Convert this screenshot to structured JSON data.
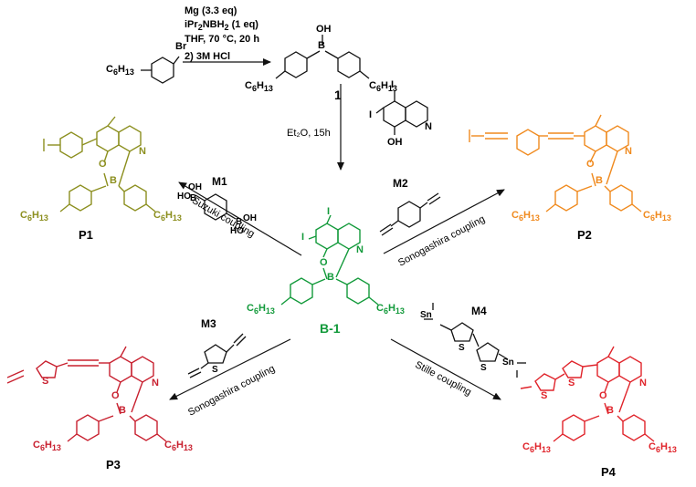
{
  "colors": {
    "black": "#111111",
    "p1": "#8c8f1f",
    "p2": "#f08a1e",
    "b1": "#139a3b",
    "p3": "#c8202f",
    "p4": "#e0242b"
  },
  "top_reaction": {
    "reagents": [
      "Mg (3.3 eq)",
      "THF, 70 °C, 20 h",
      "2) 3M HCl"
    ],
    "reagent_2": {
      "prefix": "iPr",
      "sub": "2",
      "mid": "NBH",
      "sub2": "2",
      "suffix": " (1 eq)"
    },
    "product_number": "1",
    "oh_label": "OH",
    "br_label": "Br",
    "b_label": "B"
  },
  "second_step": {
    "solvent": "Et₂O, 15h",
    "i_label": "I",
    "oh_label": "OH",
    "n_label": "N"
  },
  "monomers": {
    "m1": "M1",
    "m2": "M2",
    "m3": "M3",
    "m4": "M4",
    "m1_oh": "OH",
    "m1_ho": "HO",
    "m1_b": "B",
    "m3_s": "S",
    "m4_sn": "Sn",
    "m4_s": "S"
  },
  "couplings": {
    "p1": "Suzuki coupling",
    "p2": "Sonogashira coupling",
    "p3": "Sonogashira coupling",
    "p4": "Stille coupling"
  },
  "compounds": {
    "b1": "B-1",
    "p1": "P1",
    "p2": "P2",
    "p3": "P3",
    "p4": "P4"
  },
  "alkyl": {
    "c": "C",
    "n6": "6",
    "h": "H",
    "n13": "13"
  },
  "atoms": {
    "o": "O",
    "b": "B",
    "n": "N",
    "s": "S",
    "i": "I"
  }
}
